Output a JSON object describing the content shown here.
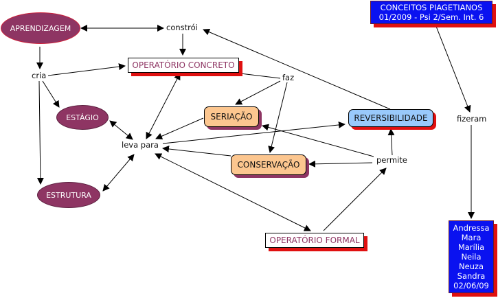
{
  "title_box": {
    "line1": "CONCEITOS PIAGETIANOS",
    "line2": "01/2009 - Psi 2/Sem. Int. 6"
  },
  "authors_box": {
    "names": [
      "Andressa",
      "Mara",
      "Marília",
      "Neila",
      "Neuza",
      "Sandra"
    ],
    "date": "02/06/09"
  },
  "concepts": {
    "aprendizagem": "APRENDIZAGEM",
    "estagio": "ESTÁGIO",
    "estrutura": "ESTRUTURA",
    "operatorio_concreto": "OPERATÓRIO CONCRETO",
    "operatorio_formal": "OPERATÓRIO FORMAL",
    "seriacao": "SERIAÇÃO",
    "conservacao": "CONSERVAÇÃO",
    "reversibilidade": "REVERSIBILIDADE"
  },
  "linking_phrases": {
    "constroi": "constrói",
    "cria": "cria",
    "faz": "faz",
    "leva_para": "leva para",
    "permite": "permite",
    "fizeram": "fizeram"
  },
  "colors": {
    "ellipse_fill": "#8e3563",
    "rect_shadow_red": "#e01010",
    "orange_fill": "#fcc68f",
    "blue_fill": "#99c9fb",
    "title_box_fill": "#0a12f0"
  }
}
